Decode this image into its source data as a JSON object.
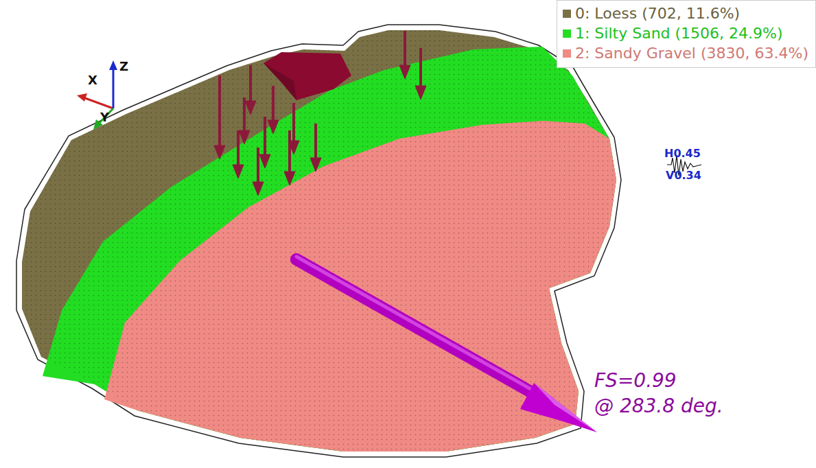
{
  "diagram": {
    "labels": [
      "X",
      "Z",
      "Y",
      "H0.45",
      "V0.34",
      "FS=0.99",
      "@ 283.8 deg."
    ],
    "legend": [
      {
        "text": "0: Loess (702, 11.6%)",
        "color": "#7a7046"
      },
      {
        "text": "1: Silty Sand (1506, 24.9%)",
        "color": "#22dd22"
      },
      {
        "text": "2: Sandy Gravel (3830, 63.4%)",
        "color": "#f08a84"
      }
    ]
  }
}
